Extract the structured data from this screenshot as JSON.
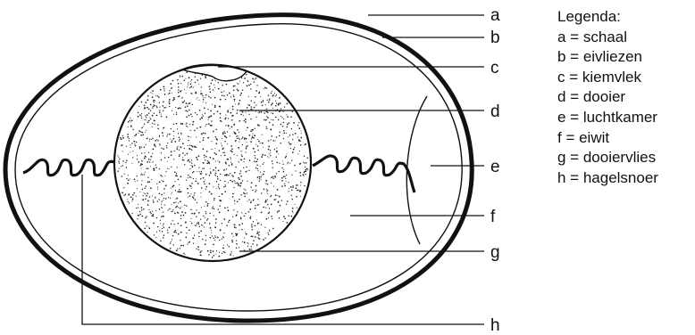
{
  "labels": {
    "a": "a",
    "b": "b",
    "c": "c",
    "d": "d",
    "e": "e",
    "f": "f",
    "g": "g",
    "h": "h"
  },
  "legend": {
    "title": "Legenda:",
    "items": [
      "a = schaal",
      "b = eivliezen",
      "c = kiemvlek",
      "d = dooier",
      "e = luchtkamer",
      "f  = eiwit",
      "g = dooiervlies",
      "h = hagelsnoer"
    ]
  }
}
